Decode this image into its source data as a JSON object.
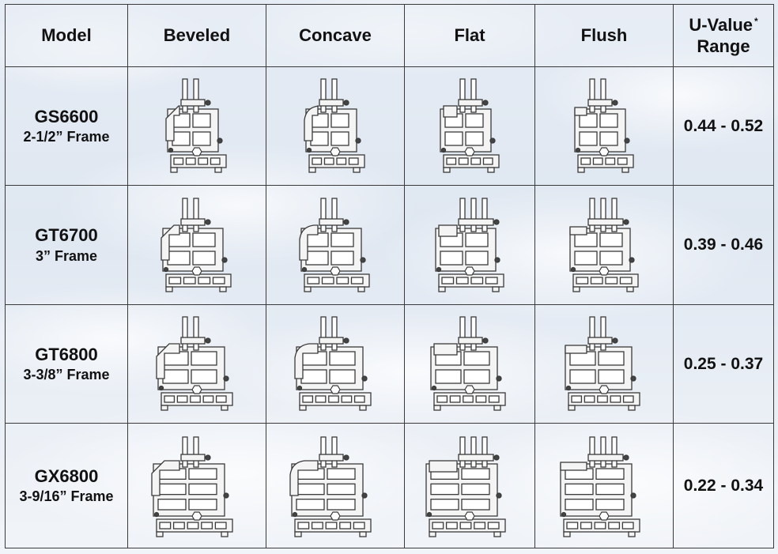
{
  "header": {
    "model": "Model",
    "beveled": "Beveled",
    "concave": "Concave",
    "flat": "Flat",
    "flush": "Flush",
    "uvalue_line1": "U-Value",
    "uvalue_asterisk": "*",
    "uvalue_line2": "Range"
  },
  "rows": [
    {
      "name": "GS6600",
      "frame": "2-1/2” Frame",
      "uvalue": "0.44 - 0.52"
    },
    {
      "name": "GT6700",
      "frame": "3” Frame",
      "uvalue": "0.39 - 0.46"
    },
    {
      "name": "GT6800",
      "frame": "3-3/8” Frame",
      "uvalue": "0.25 - 0.37"
    },
    {
      "name": "GX6800",
      "frame": "3-9/16” Frame",
      "uvalue": "0.22 - 0.34"
    }
  ],
  "colors": {
    "line": "#3a3a3a",
    "text": "#111111",
    "profile_fill": "#f4f4f4"
  },
  "profile_styles": [
    "beveled",
    "concave",
    "flat",
    "flush"
  ]
}
